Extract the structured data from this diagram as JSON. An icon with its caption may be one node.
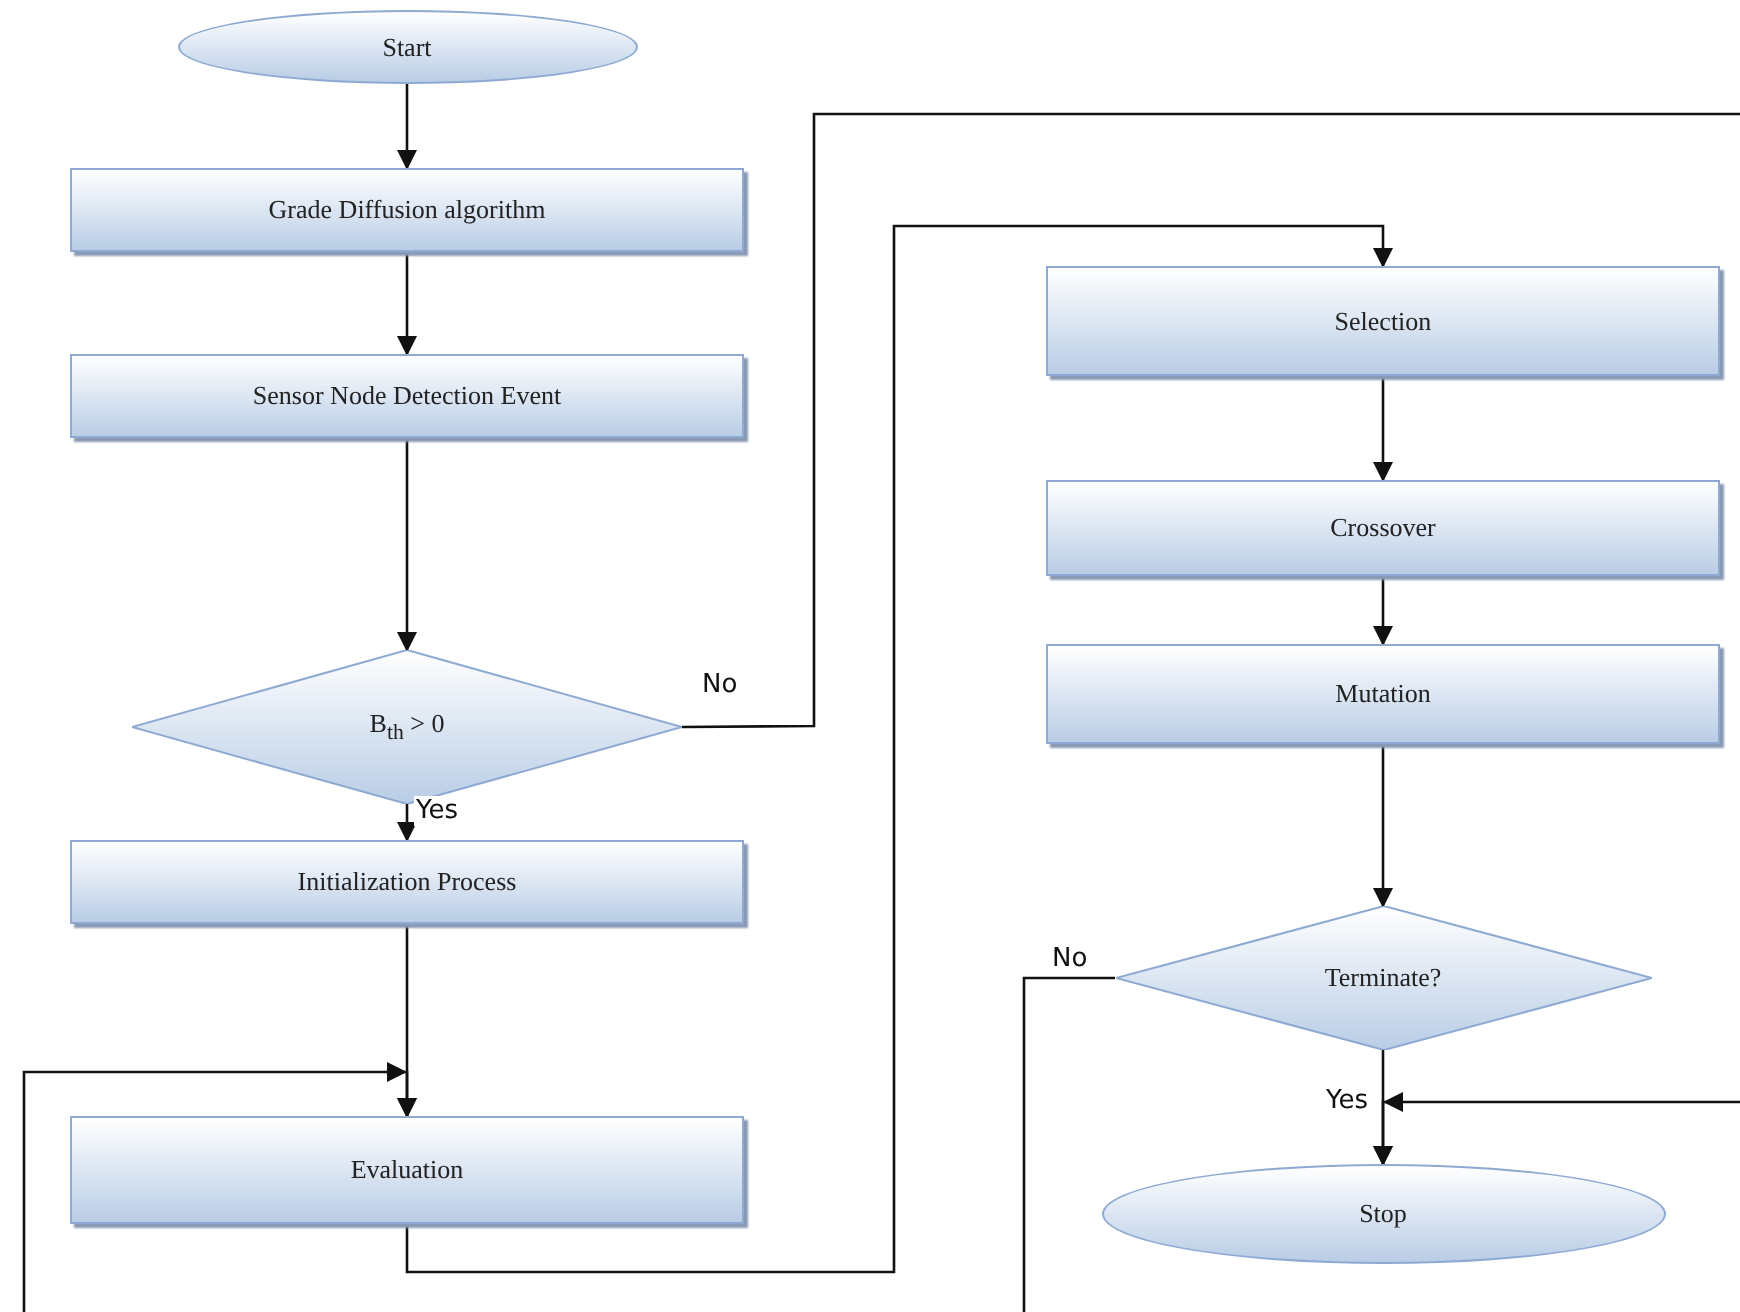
{
  "diagram": {
    "nodes": [
      {
        "text": [
          "Start"
        ]
      },
      {
        "text": [
          "Grade Diffusion algorithm"
        ]
      },
      {
        "text": [
          "Sensor Node Detection Event"
        ]
      },
      {
        "text": [
          "B$_{th}$ > 0"
        ]
      },
      {
        "text": [
          "Initialization Process"
        ]
      },
      {
        "text": [
          "Evaluation"
        ]
      },
      {
        "text": [
          "Selection"
        ]
      },
      {
        "text": [
          "Crossover"
        ]
      },
      {
        "text": [
          "Mutation"
        ]
      },
      {
        "text": [
          "Terminate?"
        ]
      },
      {
        "text": [
          "Stop"
        ]
      }
    ],
    "edges": [
      {
        "from": 0,
        "to": 1,
        "arrow": "to"
      },
      {
        "from": 1,
        "to": 2,
        "arrow": "to"
      },
      {
        "from": 2,
        "to": 3,
        "arrow": "to"
      },
      {
        "from": 3,
        "to": 4,
        "arrow": "to",
        "label": "Yes"
      },
      {
        "from": 4,
        "to": 5,
        "arrow": "to"
      },
      {
        "from": 5,
        "to": 6,
        "arrow": "to"
      },
      {
        "from": 6,
        "to": 7,
        "arrow": "to"
      },
      {
        "from": 7,
        "to": 8,
        "arrow": "to"
      },
      {
        "from": 8,
        "to": 9,
        "arrow": "to"
      },
      {
        "from": 9,
        "to": 10,
        "arrow": "to",
        "label": "Yes"
      },
      {
        "from": 3,
        "to": null,
        "arrow": "none",
        "label": "No"
      },
      {
        "from": 9,
        "to": null,
        "arrow": "none",
        "label": "No"
      },
      {
        "from": null,
        "to": 5,
        "arrow": "to"
      },
      {
        "from": null,
        "to": 10,
        "arrow": "to"
      }
    ]
  }
}
